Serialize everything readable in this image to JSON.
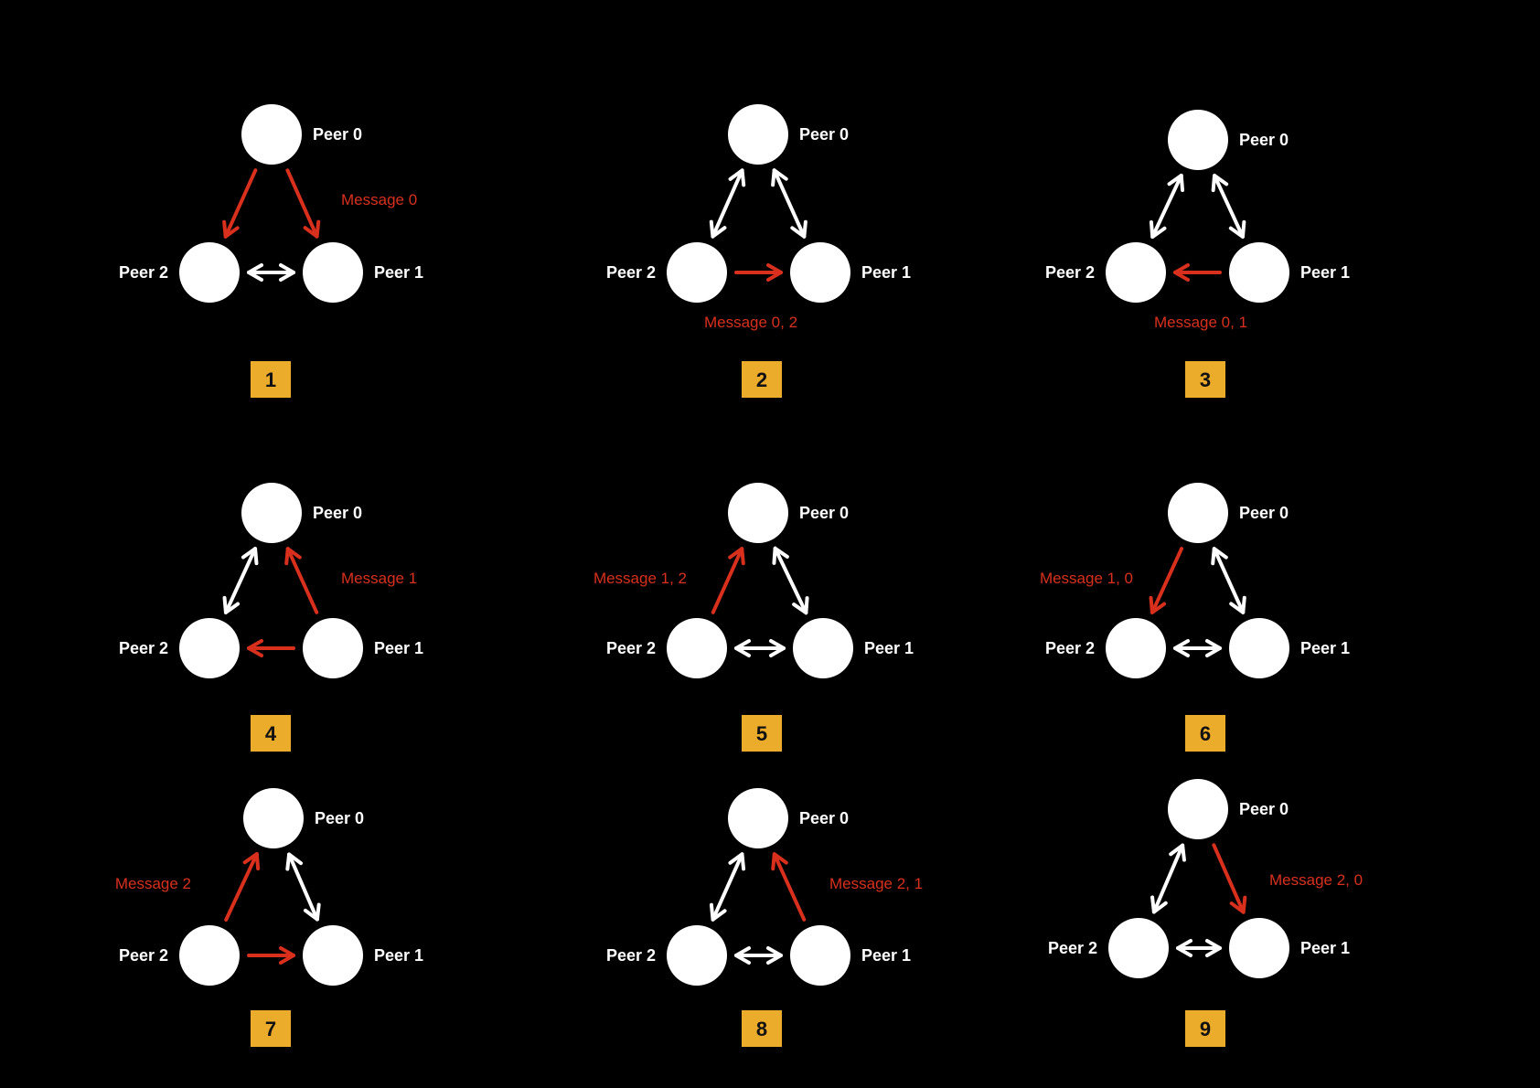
{
  "peers": [
    "Peer 0",
    "Peer 1",
    "Peer 2"
  ],
  "colors": {
    "background": "#000000",
    "node": "#ffffff",
    "link": "#ffffff",
    "message": "#d9301e",
    "step_box": "#ebab2b",
    "step_text": "#111111"
  },
  "steps": [
    {
      "number": "1",
      "message_label": "Message 0",
      "red_links": [
        [
          "0",
          "2"
        ],
        [
          "0",
          "1"
        ]
      ]
    },
    {
      "number": "2",
      "message_label": "Message 0, 2",
      "red_links": [
        [
          "2",
          "1"
        ]
      ]
    },
    {
      "number": "3",
      "message_label": "Message 0, 1",
      "red_links": [
        [
          "1",
          "2"
        ]
      ]
    },
    {
      "number": "4",
      "message_label": "Message 1",
      "red_links": [
        [
          "1",
          "0"
        ],
        [
          "1",
          "2"
        ]
      ]
    },
    {
      "number": "5",
      "message_label": "Message 1, 2",
      "red_links": [
        [
          "2",
          "0"
        ]
      ]
    },
    {
      "number": "6",
      "message_label": "Message 1, 0",
      "red_links": [
        [
          "0",
          "2"
        ]
      ]
    },
    {
      "number": "7",
      "message_label": "Message 2",
      "red_links": [
        [
          "2",
          "0"
        ],
        [
          "2",
          "1"
        ]
      ]
    },
    {
      "number": "8",
      "message_label": "Message 2, 1",
      "red_links": [
        [
          "1",
          "0"
        ]
      ]
    },
    {
      "number": "9",
      "message_label": "Message 2, 0",
      "red_links": [
        [
          "0",
          "1"
        ]
      ]
    }
  ]
}
